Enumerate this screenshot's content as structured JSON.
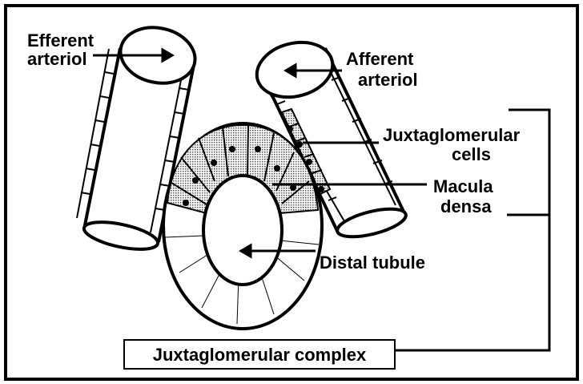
{
  "labels": {
    "efferent_line1": "Efferent",
    "efferent_line2": "arteriol",
    "afferent_line1": "Afferent",
    "afferent_line2": "arteriol",
    "jg_line1": "Juxtaglomerular",
    "jg_line2": "cells",
    "macula_line1": "Macula",
    "macula_line2": "densa",
    "distal": "Distal tubule",
    "complex": "Juxtaglomerular complex"
  },
  "colors": {
    "stroke": "#000000",
    "background": "#ffffff",
    "shaded_cells": "#c8c8c8"
  }
}
